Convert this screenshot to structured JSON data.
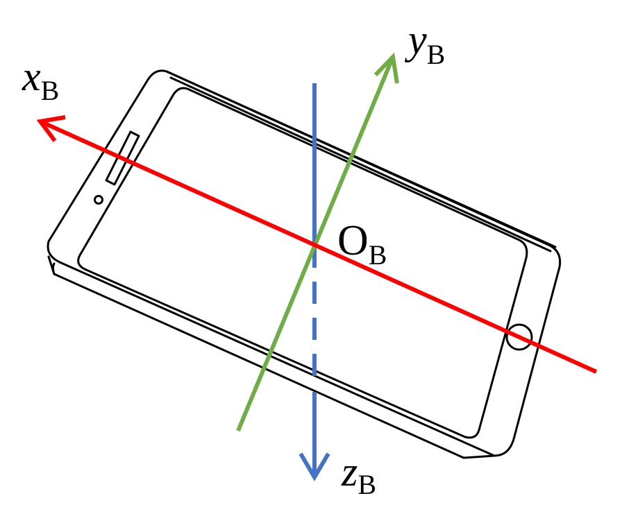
{
  "axes": {
    "x": {
      "letter": "x",
      "subscript": "B",
      "color": "#ff0000"
    },
    "y": {
      "letter": "y",
      "subscript": "B",
      "color": "#70ad47"
    },
    "z": {
      "letter": "z",
      "subscript": "B",
      "color": "#4472c4"
    }
  },
  "origin": {
    "letter": "O",
    "subscript": "B"
  },
  "phone": {
    "outline_color": "#000000"
  }
}
